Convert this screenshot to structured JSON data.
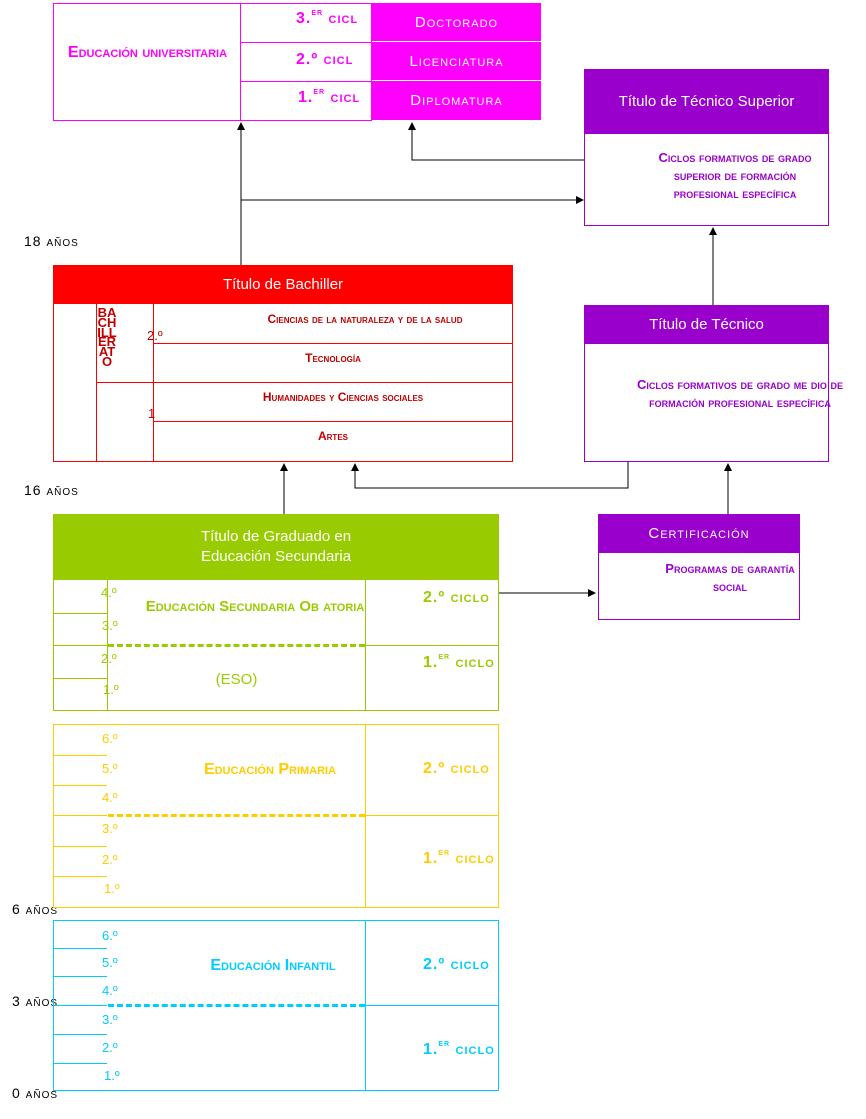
{
  "colors": {
    "university": "#ff00ff",
    "bachiller": "#ff0000",
    "bachiller_text": "#c00000",
    "eso": "#99cc00",
    "primary": "#ffcc00",
    "infantil": "#00ccff",
    "fp": "#9900cc",
    "lines": "#000000"
  },
  "ages": {
    "age18": "18 años",
    "age16": "16 años",
    "age6": "6 años",
    "age3": "3 años",
    "age0": "0 años"
  },
  "university": {
    "title": "Educación universitaria",
    "cycles": [
      {
        "num": "3.",
        "sup": "er",
        "label": "cicl",
        "degree": "Doctorado"
      },
      {
        "num": "2.º",
        "sup": "",
        "label": "cicl",
        "degree": "Licenciatura"
      },
      {
        "num": "1.",
        "sup": "er",
        "label": "cicl",
        "degree": "Diplomatura"
      }
    ]
  },
  "tecnico_superior": {
    "title": "Título de Técnico Superior",
    "body": "Ciclos formativos de grado superior de formación profesional específica"
  },
  "bachiller": {
    "title": "Título de Bachiller",
    "vertical_label": "BACHILLERATO",
    "course_2": "2.º",
    "course_1": "1",
    "modalities": [
      "Ciencias de la naturaleza y de la salud",
      "Tecnología",
      "Humanidades y Ciencias sociales",
      "Artes"
    ]
  },
  "tecnico": {
    "title": "Título de Técnico",
    "body": "Ciclos formativos de grado me dio de formación profesional específica"
  },
  "certificacion": {
    "title": "Certificación",
    "body": "Programas de garantía social"
  },
  "eso": {
    "title": "Título de Graduado en Educación Secundaria",
    "name": "Educación Secundaria Ob atoria",
    "abbr": "(ESO)",
    "grades": [
      "4.º",
      "3.º",
      "2.º",
      "1.º"
    ],
    "cycle2": {
      "num": "2.º",
      "sup": "",
      "label": "ciclo"
    },
    "cycle1": {
      "num": "1.",
      "sup": "er",
      "label": "ciclo"
    }
  },
  "primaria": {
    "name": "Educación Primaria",
    "grades": [
      "6.º",
      "5.º",
      "4.º",
      "3.º",
      "2.º",
      "1.º"
    ],
    "cycle2": {
      "num": "2.º",
      "sup": "",
      "label": "ciclo"
    },
    "cycle1": {
      "num": "1.",
      "sup": "er",
      "label": "ciclo"
    }
  },
  "infantil": {
    "name": "Educación Infantil",
    "grades": [
      "6.º",
      "5.º",
      "4.º",
      "3.º",
      "2.º",
      "1.º"
    ],
    "cycle2": {
      "num": "2.º",
      "sup": "",
      "label": "ciclo"
    },
    "cycle1": {
      "num": "1.",
      "sup": "er",
      "label": "ciclo"
    }
  }
}
